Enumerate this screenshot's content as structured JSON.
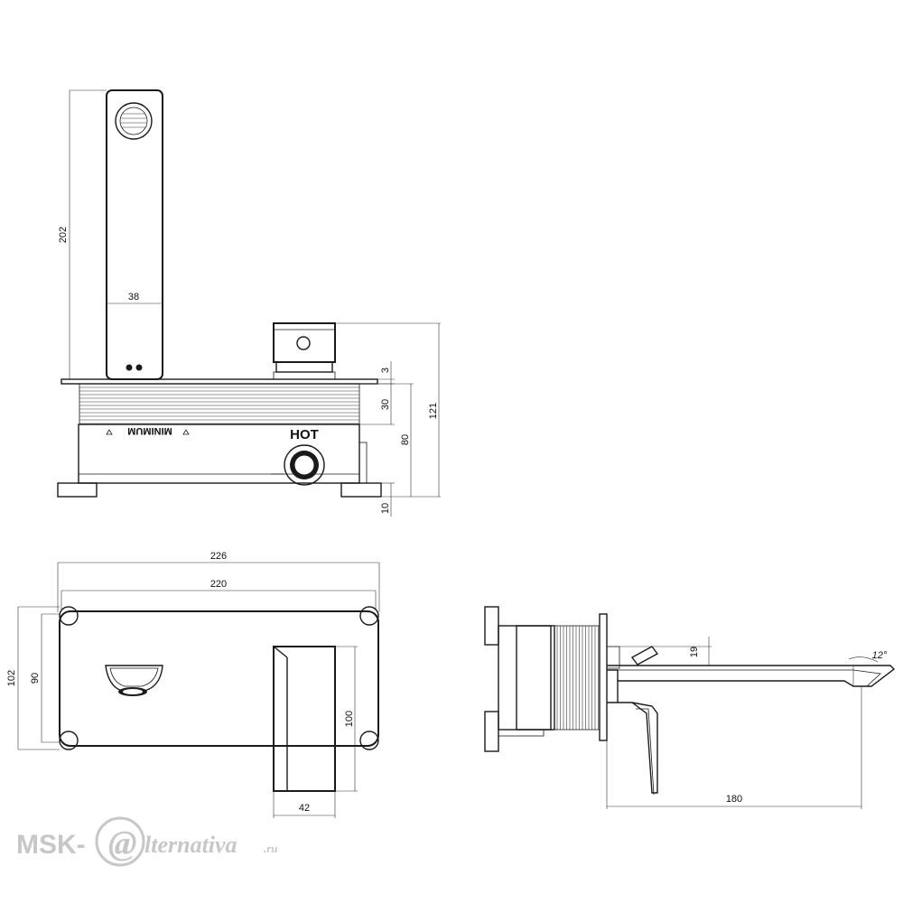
{
  "drawing": {
    "front_view": {
      "labels": {
        "minimum": "MINIMUM",
        "hot": "HOT"
      },
      "dims": {
        "spout_height": "202",
        "spout_width": "38",
        "plate_thickness": "3",
        "body_thread": "30",
        "total_height": "121",
        "box_height": "80",
        "foot_height": "10"
      }
    },
    "top_view": {
      "dims": {
        "overall_width": "226",
        "plate_width": "220",
        "overall_depth": "102",
        "plate_depth": "90",
        "handle_length": "100",
        "handle_width": "42"
      }
    },
    "side_view": {
      "dims": {
        "spout_rise": "19",
        "spout_angle": "12°",
        "spout_reach": "180"
      }
    }
  },
  "watermark": {
    "left": "MSK-",
    "at": "@",
    "right": "lternativa",
    "domain": ".ru"
  }
}
